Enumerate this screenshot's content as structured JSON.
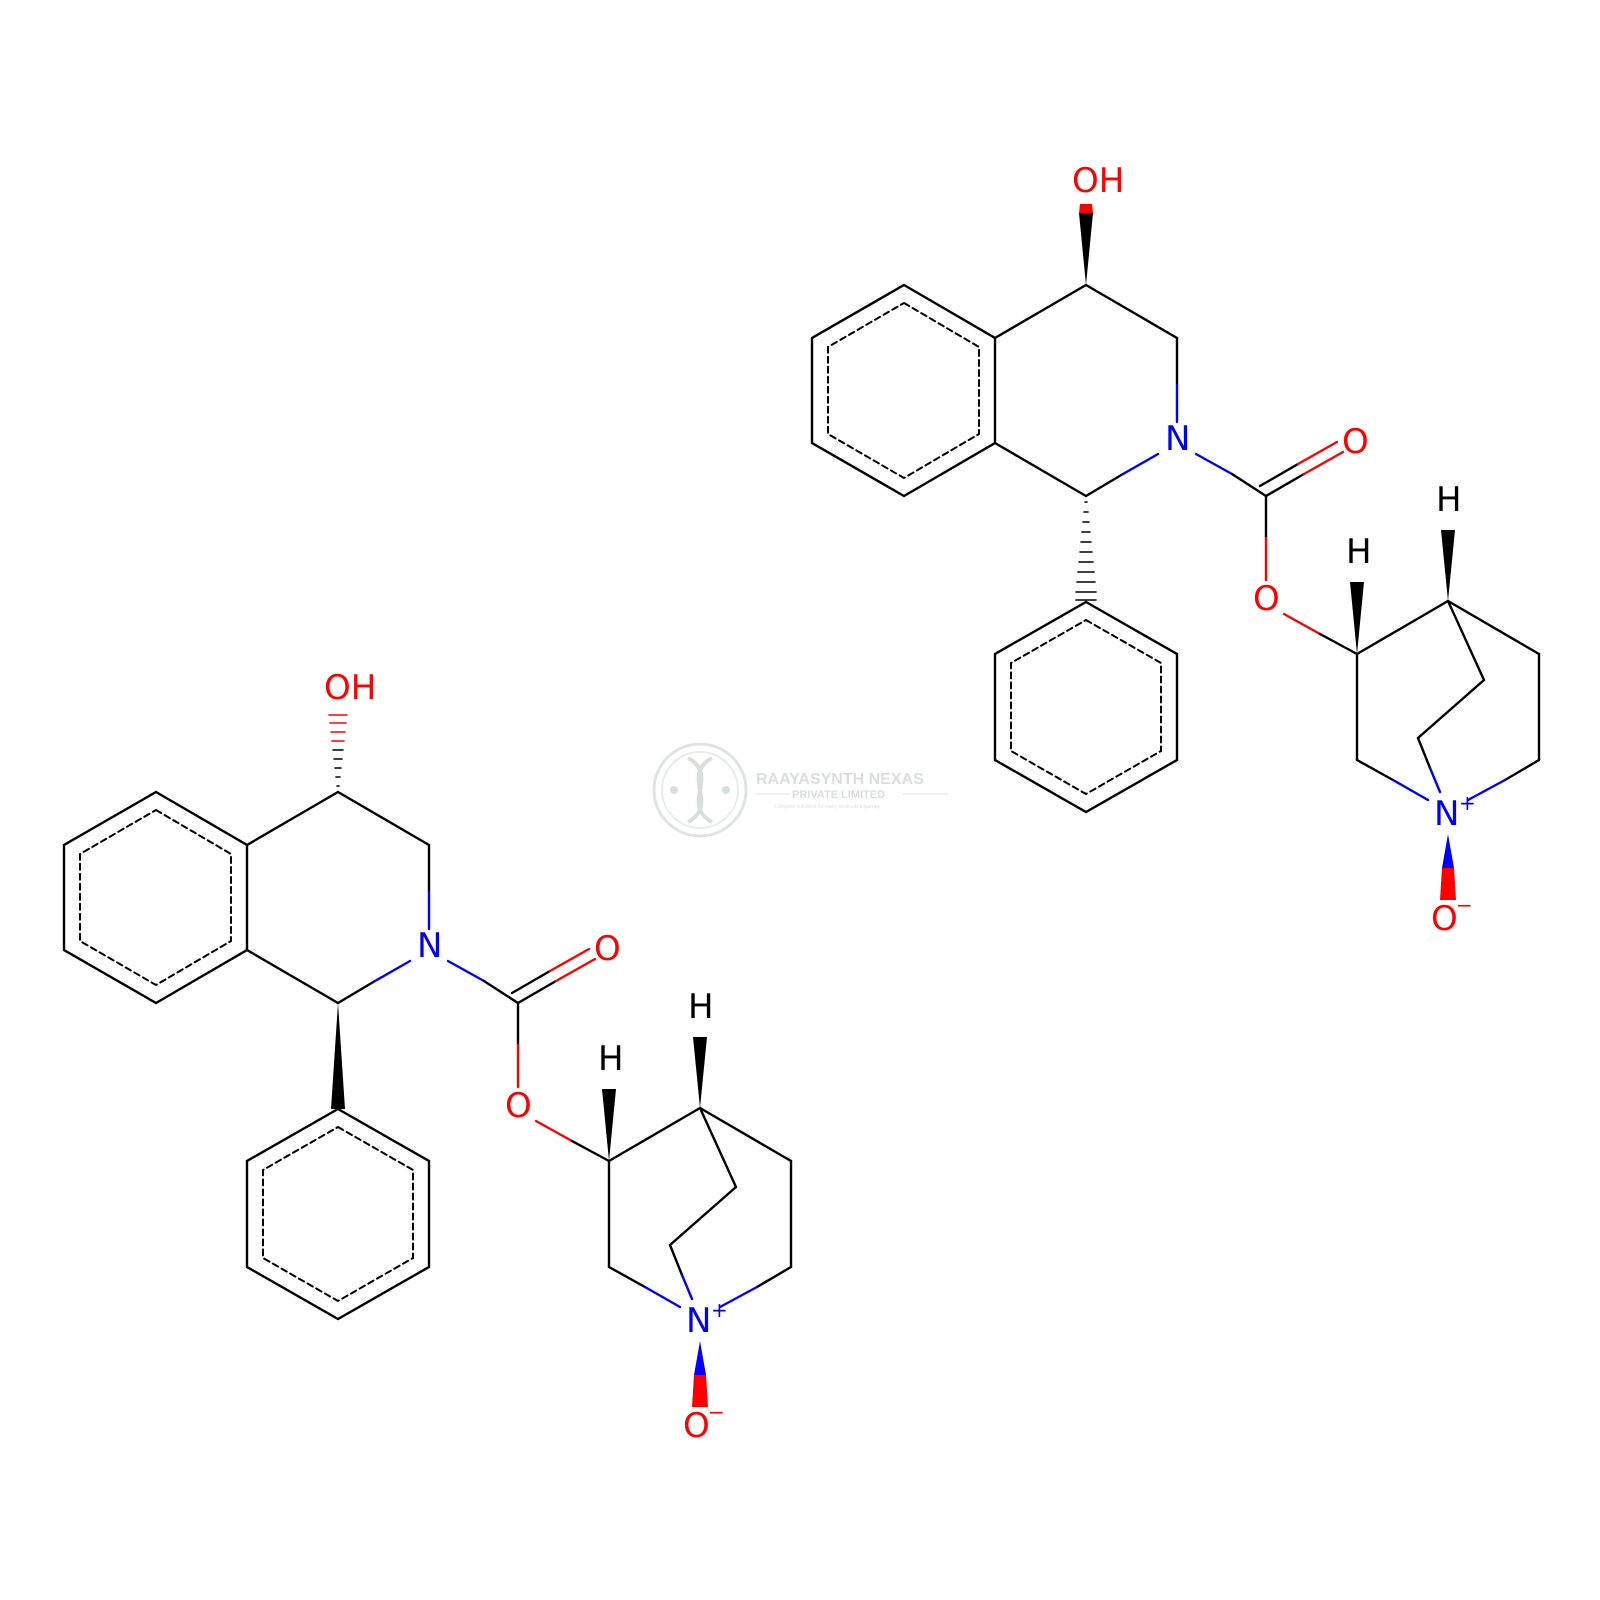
{
  "diagram": {
    "type": "chemical-structure",
    "colors": {
      "carbon_bond": "#000000",
      "nitrogen": "#0000ff",
      "oxygen": "#ff0000",
      "watermark": "#c9d1cc"
    },
    "molecule_top": {
      "hydroxyl": "OH",
      "amide_n": "N",
      "carbonyl_o": "O",
      "ester_o": "O",
      "h_top": "H",
      "h_left": "H",
      "quat_n": "N",
      "quat_n_charge": "+",
      "oxide_o": "O",
      "oxide_charge": "−"
    },
    "molecule_bottom": {
      "hydroxyl": "OH",
      "amide_n": "N",
      "carbonyl_o": "O",
      "ester_o": "O",
      "h_top": "H",
      "h_left": "H",
      "quat_n": "N",
      "quat_n_charge": "+",
      "oxide_o": "O",
      "oxide_charge": "−"
    }
  },
  "watermark": {
    "name": "RAAYASYNTH NEXAS",
    "subtitle": "PRIVATE LIMITED",
    "tagline": "Complete solutions for every molecule's journey",
    "logo_icon": "dna-helix-icon"
  }
}
